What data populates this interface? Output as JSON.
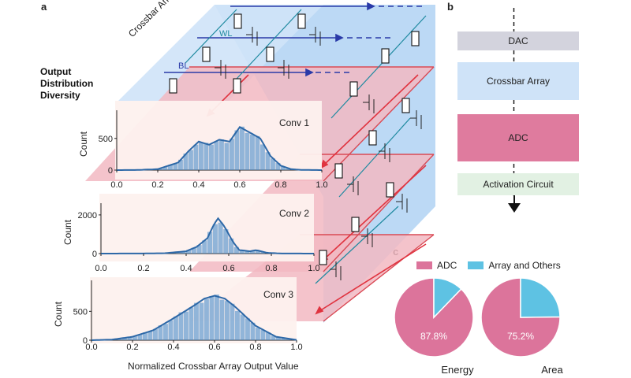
{
  "panels": {
    "a": "a",
    "b": "b",
    "c": "c"
  },
  "figure_a": {
    "crossbar_label": "Crossbar Arrays",
    "wl_label": "WL",
    "bl_label": "BL",
    "diversity_label_lines": [
      "Output",
      "Distribution",
      "Diversity"
    ],
    "xlabel": "Normalized Crossbar Array Output Value"
  },
  "chart_data": [
    {
      "type": "area",
      "title": "Conv 1",
      "xlabel": "",
      "ylabel": "Count",
      "xlim": [
        0,
        1
      ],
      "ylim": [
        0,
        820
      ],
      "xticks": [
        "0.0",
        "0.2",
        "0.4",
        "0.6",
        "0.8",
        "1.0"
      ],
      "yticks": [
        "0",
        "500"
      ],
      "x": [
        0.0,
        0.1,
        0.2,
        0.3,
        0.35,
        0.4,
        0.45,
        0.5,
        0.55,
        0.6,
        0.65,
        0.7,
        0.75,
        0.8,
        0.85,
        0.9,
        1.0
      ],
      "y": [
        0,
        2,
        15,
        120,
        300,
        450,
        400,
        480,
        450,
        680,
        590,
        500,
        220,
        70,
        15,
        3,
        0
      ]
    },
    {
      "type": "area",
      "title": "Conv 2",
      "xlabel": "",
      "ylabel": "Count",
      "xlim": [
        0,
        1
      ],
      "ylim": [
        0,
        2200
      ],
      "xticks": [
        "0.0",
        "0.2",
        "0.4",
        "0.6",
        "0.8",
        "1.0"
      ],
      "yticks": [
        "0",
        "2000"
      ],
      "x": [
        0.0,
        0.2,
        0.3,
        0.4,
        0.45,
        0.5,
        0.53,
        0.55,
        0.58,
        0.62,
        0.65,
        0.7,
        0.73,
        0.78,
        0.85,
        1.0
      ],
      "y": [
        0,
        5,
        20,
        120,
        350,
        800,
        1500,
        1820,
        1400,
        600,
        180,
        120,
        180,
        40,
        5,
        0
      ]
    },
    {
      "type": "area",
      "title": "Conv 3",
      "xlabel": "Normalized Crossbar Array Output Value",
      "ylabel": "Count",
      "xlim": [
        0,
        1
      ],
      "ylim": [
        0,
        900
      ],
      "xticks": [
        "0.0",
        "0.2",
        "0.4",
        "0.6",
        "0.8",
        "1.0"
      ],
      "yticks": [
        "0",
        "500"
      ],
      "x": [
        0.0,
        0.1,
        0.2,
        0.3,
        0.4,
        0.5,
        0.55,
        0.6,
        0.65,
        0.7,
        0.8,
        0.9,
        1.0
      ],
      "y": [
        0,
        10,
        60,
        170,
        380,
        600,
        720,
        770,
        720,
        580,
        250,
        60,
        5
      ]
    },
    {
      "type": "pie",
      "title": "Energy",
      "labels": [
        "ADC",
        "Array and Others"
      ],
      "values": [
        87.8,
        12.2
      ],
      "colors": [
        "#dc749b",
        "#5ec2e3"
      ],
      "value_labels": [
        "87.8%",
        ""
      ]
    },
    {
      "type": "pie",
      "title": "Area",
      "labels": [
        "ADC",
        "Array and Others"
      ],
      "values": [
        75.2,
        24.8
      ],
      "colors": [
        "#dc749b",
        "#5ec2e3"
      ],
      "value_labels": [
        "75.2%",
        ""
      ]
    }
  ],
  "figure_b": {
    "blocks": [
      {
        "label": "DAC",
        "color": "#d3d3dd"
      },
      {
        "label": "Crossbar Array",
        "color": "#cfe3f8"
      },
      {
        "label": "ADC",
        "color": "#df7b9e"
      },
      {
        "label": "Activation Circuit",
        "color": "#e2f1e3"
      }
    ]
  },
  "figure_c": {
    "legend": [
      {
        "label": "ADC",
        "color": "#dc749b"
      },
      {
        "label": "Array and Others",
        "color": "#5ec2e3"
      }
    ]
  },
  "colors": {
    "hist": "#4a8cc9",
    "kde": "#2d68a7",
    "plane_blue": "#bcd9f5",
    "plane_red": "#f2b9c2",
    "card": "#fdf1ee"
  }
}
